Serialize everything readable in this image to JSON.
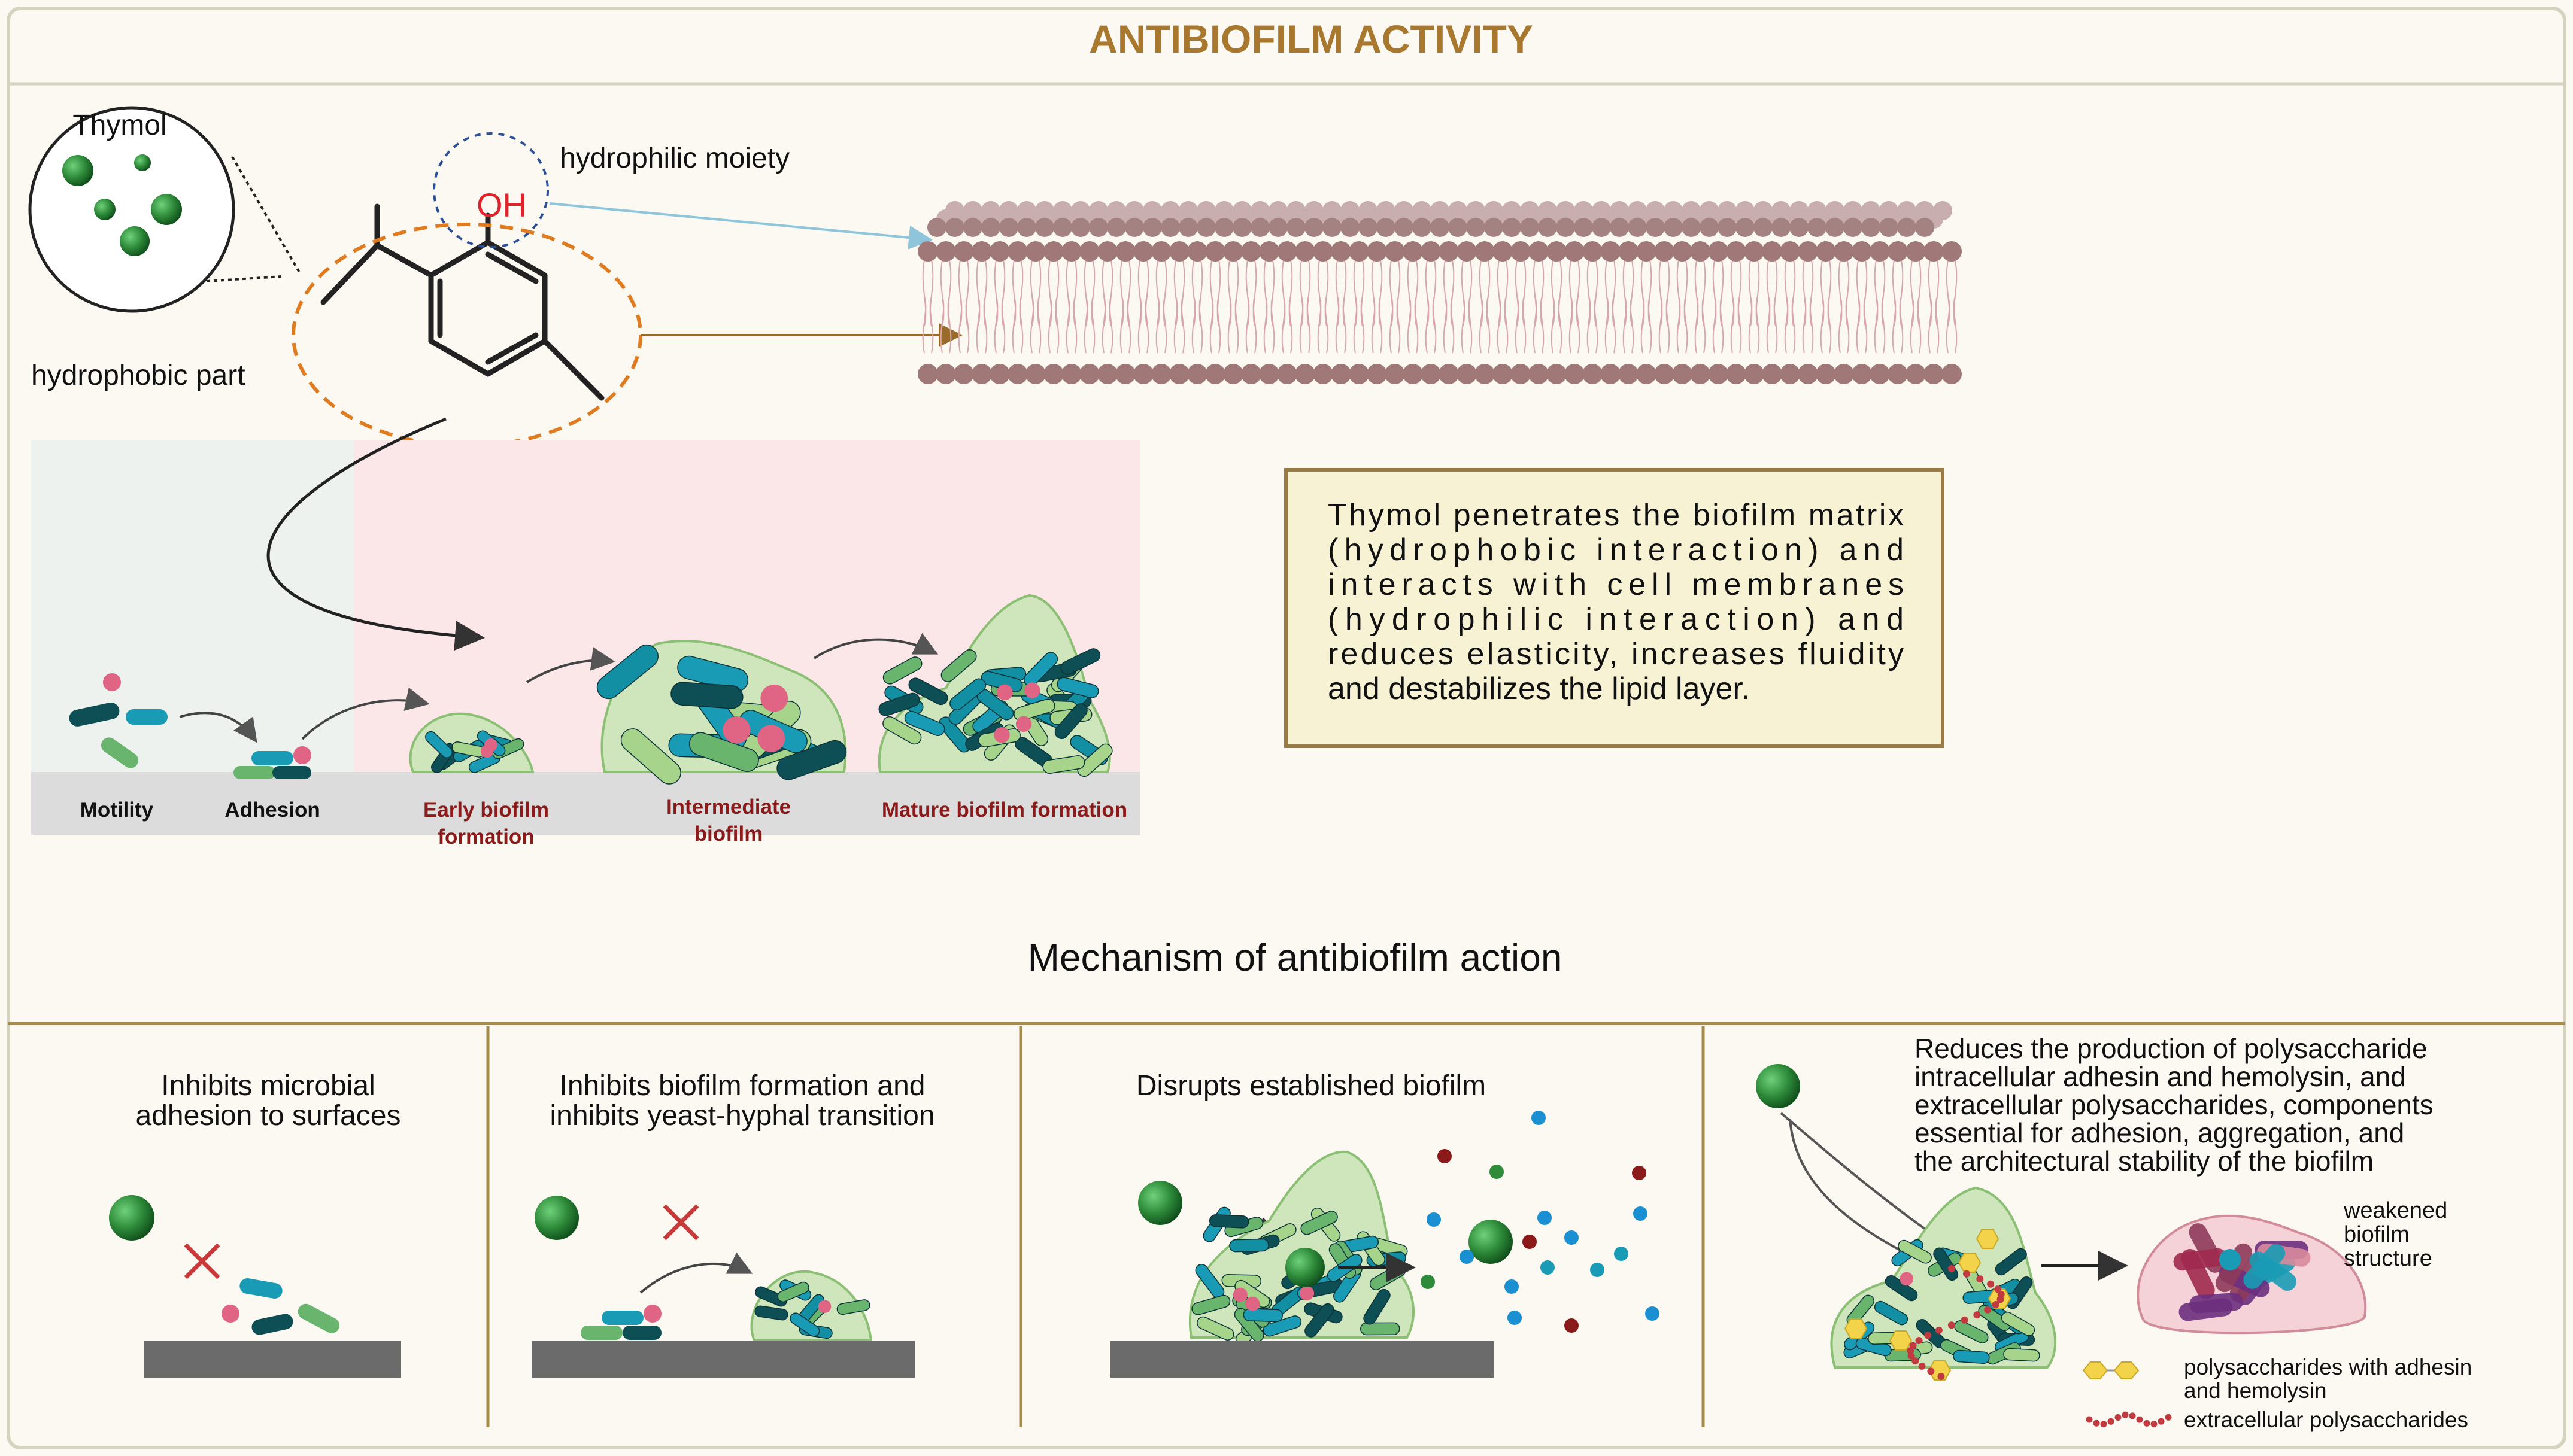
{
  "title": "ANTIBIOFILM ACTIVITY",
  "molecule": {
    "inset_label": "Thymol",
    "oh_label": "OH",
    "hydrophilic_label": "hydrophilic moiety",
    "hydrophobic_label": "hydrophobic part"
  },
  "stages": {
    "motility": "Motility",
    "adhesion": "Adhesion",
    "early_line1": "Early biofilm",
    "early_line2": "formation",
    "intermediate_line1": "Intermediate",
    "intermediate_line2": "biofilm",
    "mature": "Mature biofilm formation"
  },
  "info_box": {
    "lines": [
      "Thymol penetrates the biofilm matrix",
      "(hydrophobic interaction) and",
      "interacts with cell membranes",
      "(hydrophilic interaction) and",
      "reduces elasticity, increases fluidity",
      "and destabilizes the lipid layer."
    ]
  },
  "mechanism_title": "Mechanism of antibiofilm action",
  "panels": {
    "p1": [
      "Inhibits microbial",
      "adhesion to surfaces"
    ],
    "p2": [
      "Inhibits biofilm formation and",
      "inhibits yeast-hyphal transition"
    ],
    "p3": [
      "Disrupts established biofilm"
    ],
    "p4": [
      "Reduces the production of polysaccharide",
      "intracellular adhesin and hemolysin, and",
      "extracellular polysaccharides, components",
      "essential for adhesion, aggregation, and",
      "the architectural stability of the biofilm"
    ],
    "weakened": [
      "weakened",
      "biofilm",
      "structure"
    ],
    "legend_adhesin": [
      "polysaccharides with adhesin",
      "and hemolysin"
    ],
    "legend_eps": "extracellular polysaccharides"
  },
  "colors": {
    "title_gold": "#a9782f",
    "stage_red": "#8b1a1a",
    "thymol_green": "#2e8b3a",
    "membrane": "#b58f8f",
    "dashed_orange": "#e07b1f",
    "box_fill": "#f7f2d3",
    "box_border": "#9a7a45"
  }
}
